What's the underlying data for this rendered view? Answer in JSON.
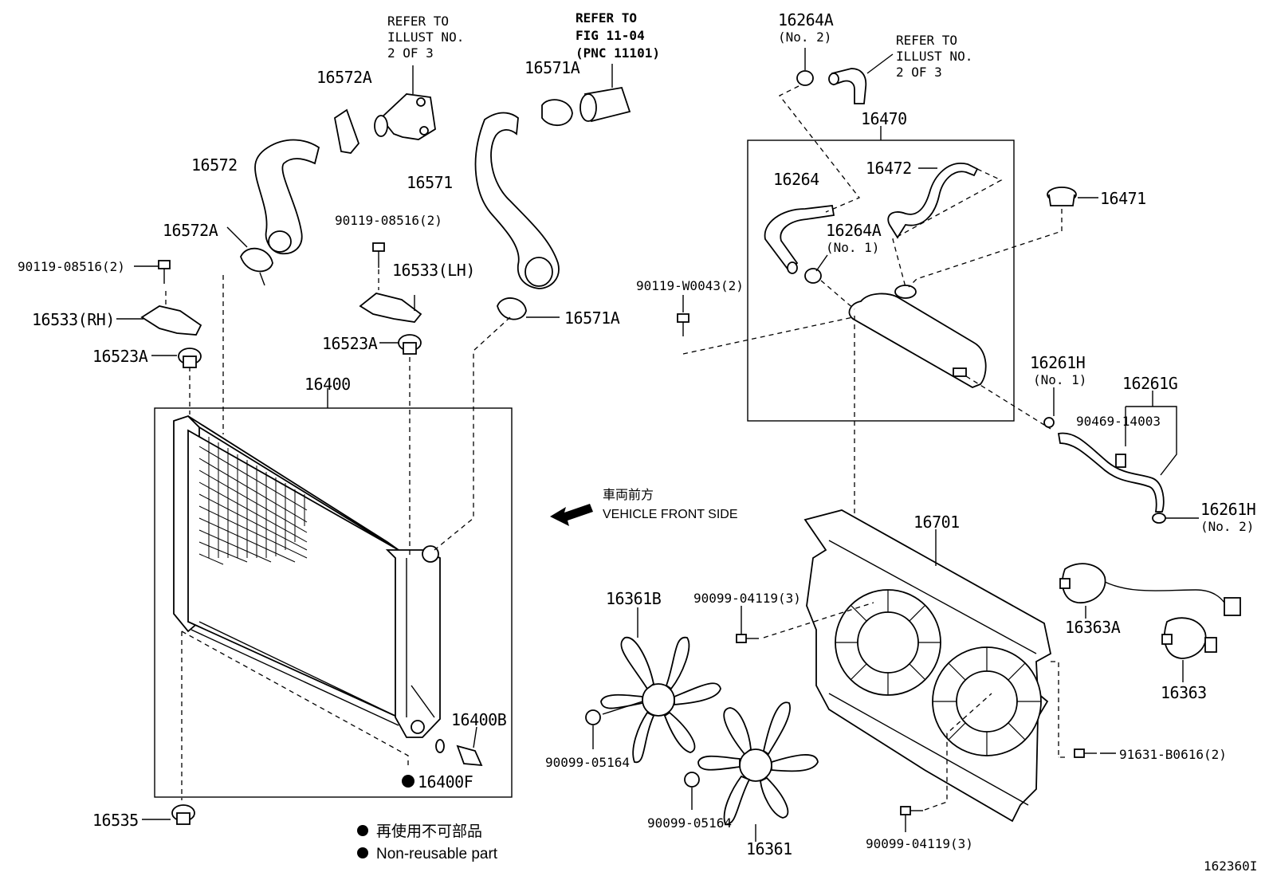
{
  "notes": {
    "refer_thermostat": [
      "REFER TO",
      "ILLUST NO.",
      "2 OF 3"
    ],
    "refer_fig": [
      "REFER TO",
      "FIG 11-04",
      "(PNC 11101)"
    ],
    "refer_bypass": [
      "REFER TO",
      "ILLUST NO.",
      "2 OF 3"
    ]
  },
  "direction": {
    "jp": "車両前方",
    "en": "VEHICLE FRONT SIDE"
  },
  "legend": {
    "jp": "再使用不可部品",
    "en": "Non-reusable part"
  },
  "figure_id": "162360I",
  "parts": {
    "p16572A_top": "16572A",
    "p16572": "16572",
    "p16572A_bot": "16572A",
    "p16571A_top": "16571A",
    "p16571": "16571",
    "p16571A_bot": "16571A",
    "p90119_08516_left": "90119-08516(2)",
    "p90119_08516_mid": "90119-08516(2)",
    "p16533RH": "16533(RH)",
    "p16533LH": "16533(LH)",
    "p16523A_left": "16523A",
    "p16523A_mid": "16523A",
    "p16400": "16400",
    "p16400B": "16400B",
    "p16400F": "16400F",
    "p16535": "16535",
    "p16264A_top": "16264A",
    "p16264A_top_sub": "(No. 2)",
    "p16470": "16470",
    "p16472": "16472",
    "p16264": "16264",
    "p16264A_mid": "16264A",
    "p16264A_mid_sub": "(No. 1)",
    "p16471": "16471",
    "p90119_W0043": "90119-W0043(2)",
    "p16261H_top": "16261H",
    "p16261H_top_sub": "(No. 1)",
    "p16261G": "16261G",
    "p90469_14003": "90469-14003",
    "p16261H_bot": "16261H",
    "p16261H_bot_sub": "(No. 2)",
    "p16701": "16701",
    "p16361B": "16361B",
    "p90099_04119_top": "90099-04119(3)",
    "p16363A": "16363A",
    "p16363": "16363",
    "p90099_05164_left": "90099-05164",
    "p90099_05164_mid": "90099-05164",
    "p16361": "16361",
    "p91631_B0616": "91631-B0616(2)",
    "p90099_04119_bot": "90099-04119(3)"
  },
  "colors": {
    "ink": "#000000",
    "paper": "#ffffff"
  }
}
